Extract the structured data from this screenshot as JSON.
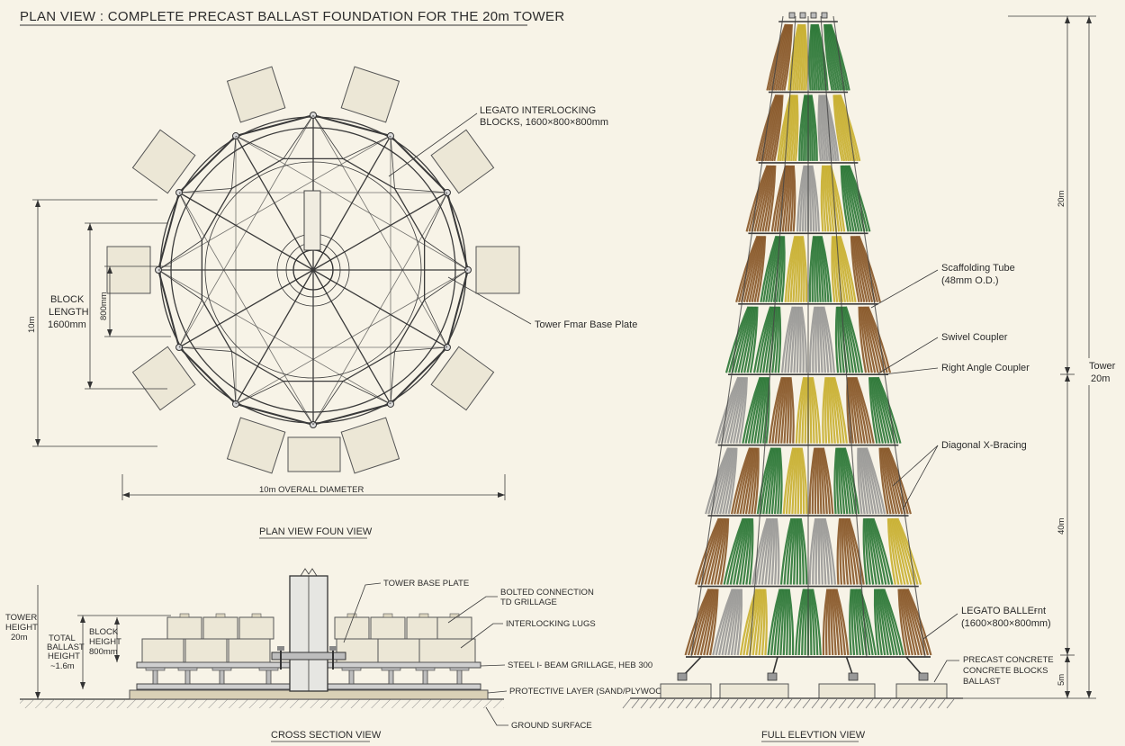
{
  "sheet": {
    "title": "PLAN VIEW : COMPLETE PRECAST BALLAST FOUNDATION FOR THE 20m TOWER"
  },
  "plan_view": {
    "caption": "PLAN VIEW  FOUN VIEW",
    "label_blocks_1": "LEGATO INTERLOCKING",
    "label_blocks_2": "BLOCKS, 1600×800×800mm",
    "label_base_plate": "Tower Fmar Base Plate",
    "dim_overall_diameter": "10m OVERALL DIAMETER",
    "dim_10m": "10m",
    "dim_block_length_1": "BLOCK",
    "dim_block_length_2": "LENGTH",
    "dim_block_length_3": "1600mm",
    "dim_800": "800mm"
  },
  "cross_section": {
    "caption": "CROSS SECTION VIEW",
    "label_base_plate": "TOWER BASE PLATE",
    "label_bolted_1": "BOLTED CONNECTION",
    "label_bolted_2": "TD GRILLAGE",
    "label_lugs": "INTERLOCKING LUGS",
    "label_grillage": "STEEL I- BEAM GRILLAGE, HEB 300",
    "label_protective": "PROTECTIVE LAYER (SAND/PLYWOOD)",
    "label_ground": "GROUND SURFACE",
    "dim_tower_1": "TOWER",
    "dim_tower_2": "HEIGHT",
    "dim_tower_3": "20m",
    "dim_ballast_1": "TOTAL",
    "dim_ballast_2": "BALLAST",
    "dim_ballast_3": "HEIGHT",
    "dim_ballast_4": "~1.6m",
    "dim_block_1": "BLOCK",
    "dim_block_2": "HEIGHT",
    "dim_block_3": "800mm"
  },
  "elevation": {
    "caption": "FULL ELEVTION VIEW",
    "label_tube_1": "Scaffolding Tube",
    "label_tube_2": "(48mm O.D.)",
    "label_swivel": "Swivel Coupler",
    "label_right_angle": "Right Angle Coupler",
    "label_bracing": "Diagonal X-Bracing",
    "label_ballast_1": "LEGATO BALLEғnt",
    "label_ballast_2": "(1600×800×800mm)",
    "label_precast_1": "PRECAST CONCRETE",
    "label_precast_2": "CONCRETE BLOCKS",
    "label_precast_3": "BALLAST",
    "dim_20m": "20m",
    "dim_40m": "40m",
    "dim_5m": "5m",
    "dim_tower_1": "Tower",
    "dim_tower_2": "20m"
  },
  "colors": {
    "paper": "#f7f3e7",
    "ink": "#2b2b2b",
    "needle_green": "#2f7a3a",
    "needle_brown": "#8a5a2b",
    "needle_yellow": "#c9b133",
    "needle_grey": "#9a9a98"
  }
}
